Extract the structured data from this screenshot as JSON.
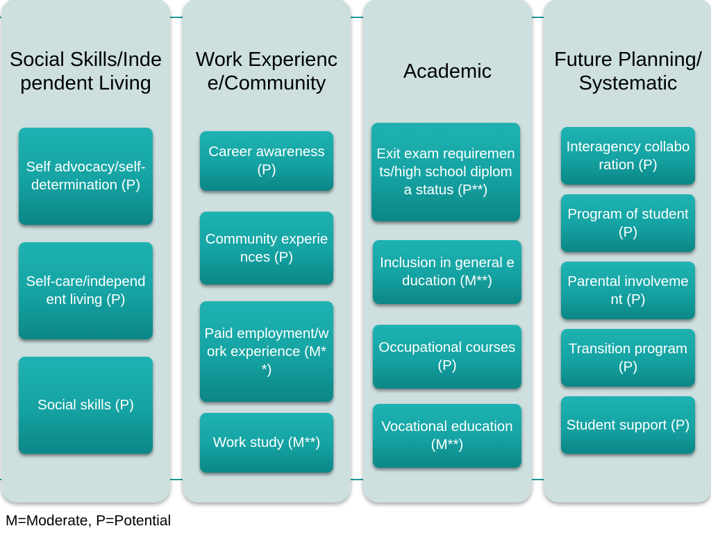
{
  "columns": [
    {
      "title": "Social Skills/Independent Living",
      "items": [
        "Self advocacy/self-determination (P)",
        "Self-care/independent living (P)",
        "Social skills (P)"
      ]
    },
    {
      "title": "Work Experience/Community",
      "items": [
        "Career awareness (P)",
        "Community experiences (P)",
        "Paid employment/work experience (M**)",
        "Work study (M**)"
      ]
    },
    {
      "title": "Academic",
      "items": [
        "Exit exam requirements/high school diploma status (P**)",
        "Inclusion in general education (M**)",
        "Occupational courses (P)",
        "Vocational education (M**)"
      ]
    },
    {
      "title": "Future Planning/Systematic",
      "items": [
        "Interagency collaboration (P)",
        "Program of student (P)",
        "Parental involvement (P)",
        "Transition program (P)",
        "Student support (P)"
      ]
    }
  ],
  "footnote": "M=Moderate, P=Potential",
  "colors": {
    "column_bg": "#cddfdf",
    "item_bg": "#15a2a2",
    "connector": "#1a9a9a",
    "item_text": "#ffffff",
    "title_text": "#000000"
  }
}
